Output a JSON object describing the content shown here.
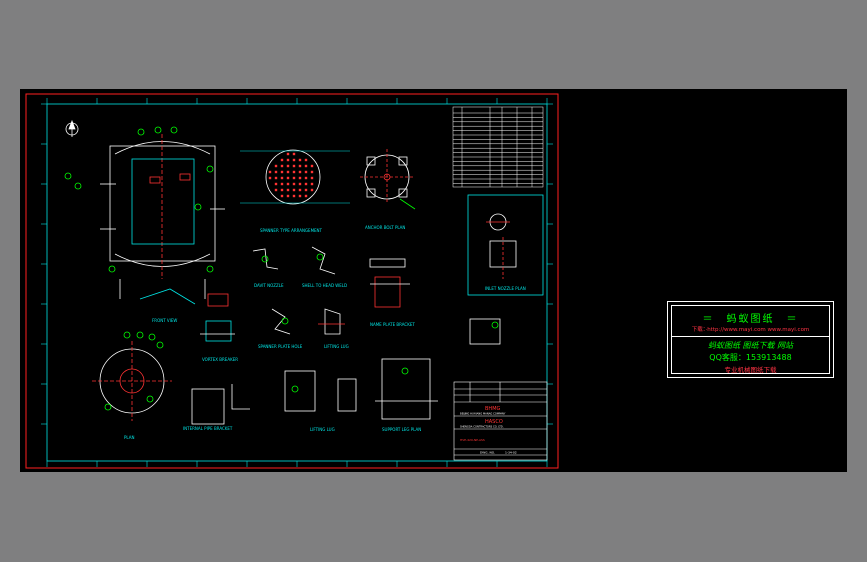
{
  "colors": {
    "background": "#7f7f80",
    "canvas": "#000000",
    "border_red": "#ff2020",
    "line_cyan": "#00e5e5",
    "line_white": "#ffffff",
    "line_red": "#ff3333",
    "line_green": "#00ff00",
    "line_yellow": "#ffff00"
  },
  "views": {
    "front_view": "FRONT VIEW",
    "spanner_type": "SPANNER TYPE ARRANGEMENT",
    "anchor_bolt": "ANCHOR BOLT PLAN",
    "inlet_nozzle": "INLET NOZZLE PLAN",
    "davit_nozzle": "DAVIT NOZZLE",
    "shell_to_head": "SHELL TO HEAD WELD",
    "name_plate": "NAME PLATE BRACKET",
    "vortex_breaker": "VORTEX BREAKER",
    "spanner_plate": "SPANNER PLATE HOLE",
    "lifting_lug_1": "LIFTING LUG",
    "plan": "PLAN",
    "internal_pipe": "INTERNAL PIPE BRACKET",
    "lifting_lug_2": "LIFTING LUG",
    "support_leg": "SUPPORT LEG PLAN"
  },
  "title_block": {
    "company_1": "BHMG",
    "company_1_sub": "BEIJING HUAYANG MANAG COMPANY",
    "company_2": "HASCO",
    "company_2_sub": "SHENGDA CONTRACTORS CO. LTD.",
    "drawing_title": "HVP-420-NP-ASS",
    "dwg_no_label": "DWG. NO.",
    "dwg_no": "1-34-02"
  },
  "watermark": {
    "title": "＝　蚂蚁图纸　＝",
    "link": "下载：·http://www.mayi.com  www.mayi.com",
    "slogan": "蚂蚁图纸 图纸下载 网站",
    "qq": "QQ客服：153913488",
    "note": "专业机械图纸下载"
  }
}
